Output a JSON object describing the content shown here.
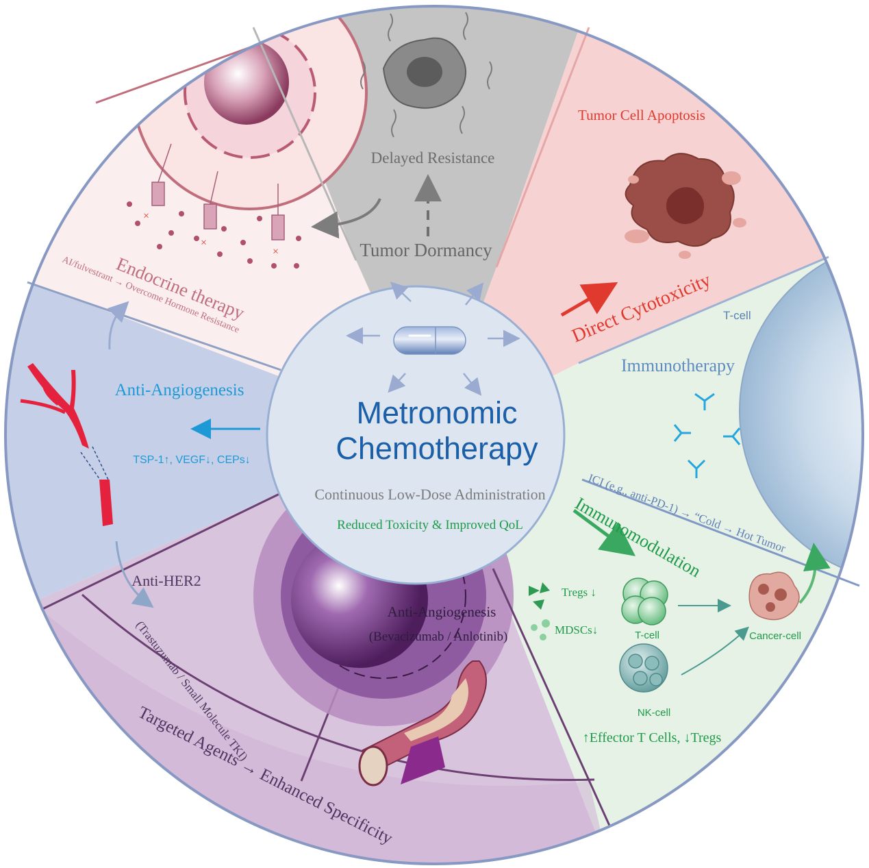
{
  "center": {
    "title_line1": "Metronomic",
    "title_line2": "Chemotherapy",
    "subtitle": "Continuous Low-Dose Administration",
    "benefit": "Reduced Toxicity & Improved QoL"
  },
  "dormancy": {
    "delayed": "Delayed Resistance",
    "label": "Tumor Dormancy"
  },
  "cytotoxicity": {
    "apoptosis": "Tumor Cell Apoptosis",
    "label": "Direct Cytotoxicity"
  },
  "immuno": {
    "tcell_top": "T-cell",
    "therapy": "Immunotherapy",
    "ici": "ICI (e.g., anti-PD-1) → “Cold → Hot Tumor",
    "modulation": "Immunomodulation",
    "tregs": "Tregs ↓",
    "mdscs": "MDSCs↓",
    "tcell": "T-cell",
    "nkcell": "NK-cell",
    "cancer": "Cancer-cell",
    "effect": "↑Effector T Cells, ↓Tregs"
  },
  "targeted": {
    "her2": "Anti-HER2",
    "her2_drugs": "(Trastuzumab / Small Molecule TKI)",
    "angio": "Anti-Angiogenesis",
    "angio_drugs": "(Bevacizumab / Anlotinib)",
    "label": "Targeted Agents → Enhanced Specificity"
  },
  "angio": {
    "label": "Anti-Angiogenesis",
    "markers": "TSP-1↑, VEGF↓, CEPs↓"
  },
  "endocrine": {
    "label": "Endocrine therapy",
    "sub": "AI/fulvestrant → Overcome Hormone Resistance"
  },
  "colors": {
    "dormancy_bg": "#c4c4c4",
    "cytotox_bg": "#f7d2d2",
    "immuno_bg": "#e6f2e6",
    "targeted_bg": "#d9c4dd",
    "angio_bg": "#c6cfe8",
    "endocrine_bg": "#fbeeee",
    "center_bg": "#dde6f0",
    "title": "#1b5fa8",
    "green": "#1e9a48",
    "blue_text": "#1d9ad6",
    "red": "#e03a2e"
  }
}
